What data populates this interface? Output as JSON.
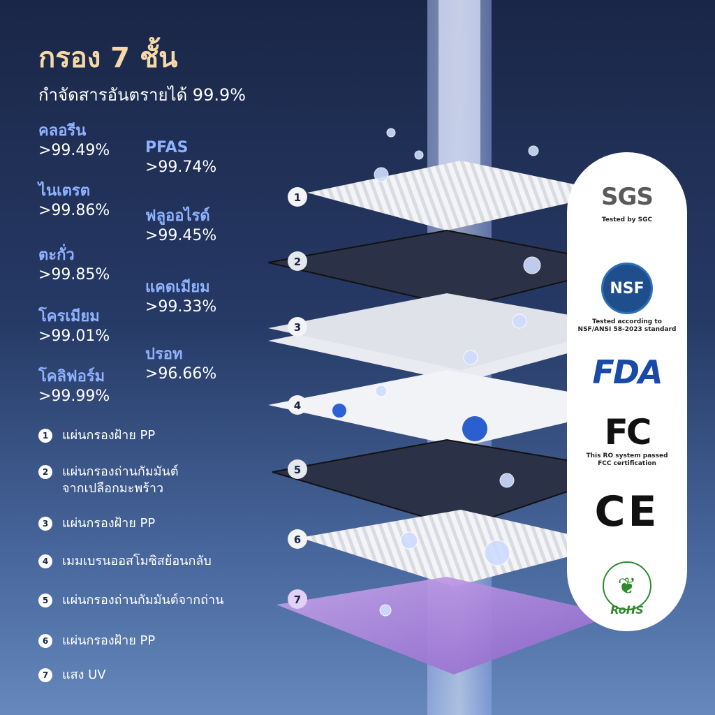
{
  "header": {
    "title": "กรอง 7 ชั้น",
    "subtitle": "กำจัดสารอันตรายได้ 99.9%"
  },
  "stats": [
    {
      "name": "คลอรีน",
      "value": ">99.49%"
    },
    {
      "name": "PFAS",
      "value": ">99.74%"
    },
    {
      "name": "ไนเตรต",
      "value": ">99.86%"
    },
    {
      "name": "ฟลูออไรด์",
      "value": ">99.45%"
    },
    {
      "name": "ตะกั่ว",
      "value": ">99.85%"
    },
    {
      "name": "แคดเมียม",
      "value": ">99.33%"
    },
    {
      "name": "โครเมียม",
      "value": ">99.01%"
    },
    {
      "name": "ปรอท",
      "value": ">96.66%"
    },
    {
      "name": "โคลิฟอร์ม",
      "value": ">99.99%"
    }
  ],
  "layers": [
    {
      "num": "1",
      "label": "แผ่นกรองฝ้าย PP"
    },
    {
      "num": "2",
      "label": "แผ่นกรองถ่านกัมมันต์\nจากเปลือกมะพร้าว"
    },
    {
      "num": "3",
      "label": "แผ่นกรองฝ้าย PP"
    },
    {
      "num": "4",
      "label": "เมมเบรนออสโมซิสย้อนกลับ"
    },
    {
      "num": "5",
      "label": "แผ่นกรองถ่านกัมมันต์จากถ่าน"
    },
    {
      "num": "6",
      "label": "แผ่นกรองฝ้าย PP"
    },
    {
      "num": "7",
      "label": "แสง UV"
    }
  ],
  "certifications": {
    "sgs": {
      "logo": "SGS",
      "caption": "Tested by SGC"
    },
    "nsf": {
      "logo": "NSF",
      "caption": "Tested according to\nNSF/ANSI 58-2023 standard"
    },
    "fda": {
      "logo": "FDA"
    },
    "fcc": {
      "logo": "FC",
      "caption": "This RO system passed\nFCC certification"
    },
    "ce": {
      "logo": "CE"
    },
    "rohs": {
      "logo": "RoHS"
    }
  },
  "colors": {
    "title": "#f6d9a8",
    "stat_name": "#8fb2ff",
    "water": "#8fa8e8",
    "uv_plate": "#b48ae0",
    "carbon_plate": "#2b3146"
  }
}
